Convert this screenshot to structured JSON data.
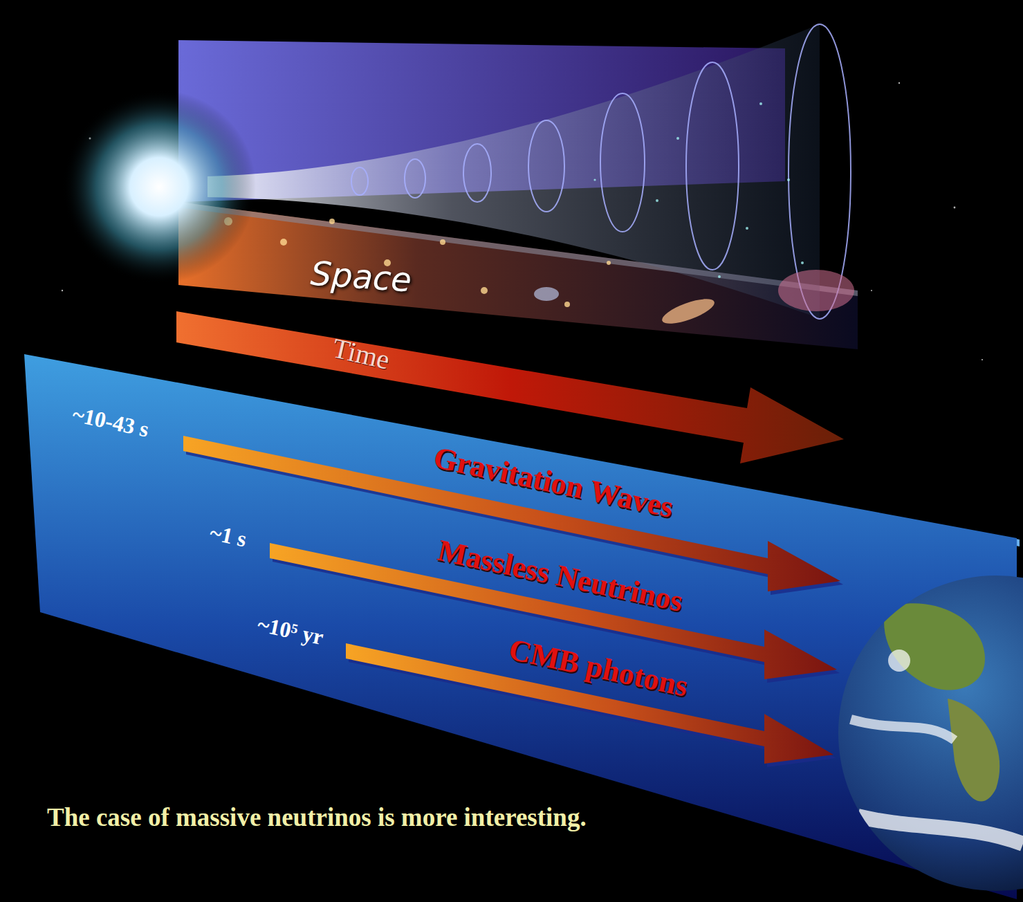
{
  "diagram": {
    "caption": "The case of massive neutrinos is more interesting.",
    "labels": [
      "Space",
      "Time",
      "~10-43 s",
      "Gravitation Waves",
      "~1 s",
      "Massless Neutrinos",
      "~10⁵ yr",
      "CMB photons"
    ]
  }
}
